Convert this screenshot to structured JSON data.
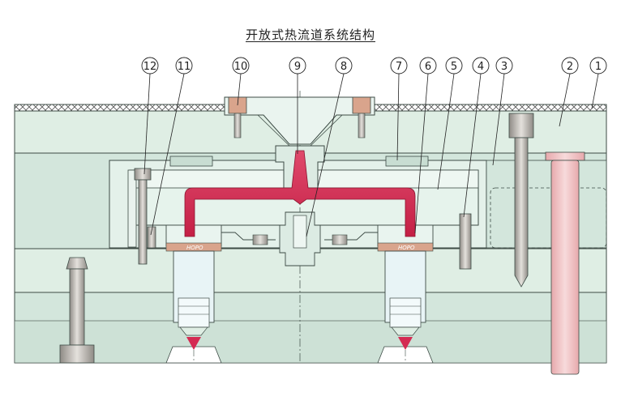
{
  "title": "开放式热流道系统结构",
  "nozzle_brand": "HOPO",
  "callouts": [
    {
      "id": "12",
      "label": "⑫"
    },
    {
      "id": "11",
      "label": "⑪"
    },
    {
      "id": "10",
      "label": "⑩"
    },
    {
      "id": "9",
      "label": "⑨"
    },
    {
      "id": "8",
      "label": "⑧"
    },
    {
      "id": "7",
      "label": "⑦"
    },
    {
      "id": "6",
      "label": "⑥"
    },
    {
      "id": "5",
      "label": "⑤"
    },
    {
      "id": "4",
      "label": "④"
    },
    {
      "id": "3",
      "label": "③"
    },
    {
      "id": "2",
      "label": "②"
    },
    {
      "id": "1",
      "label": "①"
    }
  ],
  "colors": {
    "plate": "#dfeee4",
    "plate_dark": "#cfe3d8",
    "outline": "#3d4b45",
    "runner": "#d42a52",
    "steel": "#b8b4ae",
    "copper": "#d9a48c",
    "nozzle_glass": "#e8f4f6"
  }
}
